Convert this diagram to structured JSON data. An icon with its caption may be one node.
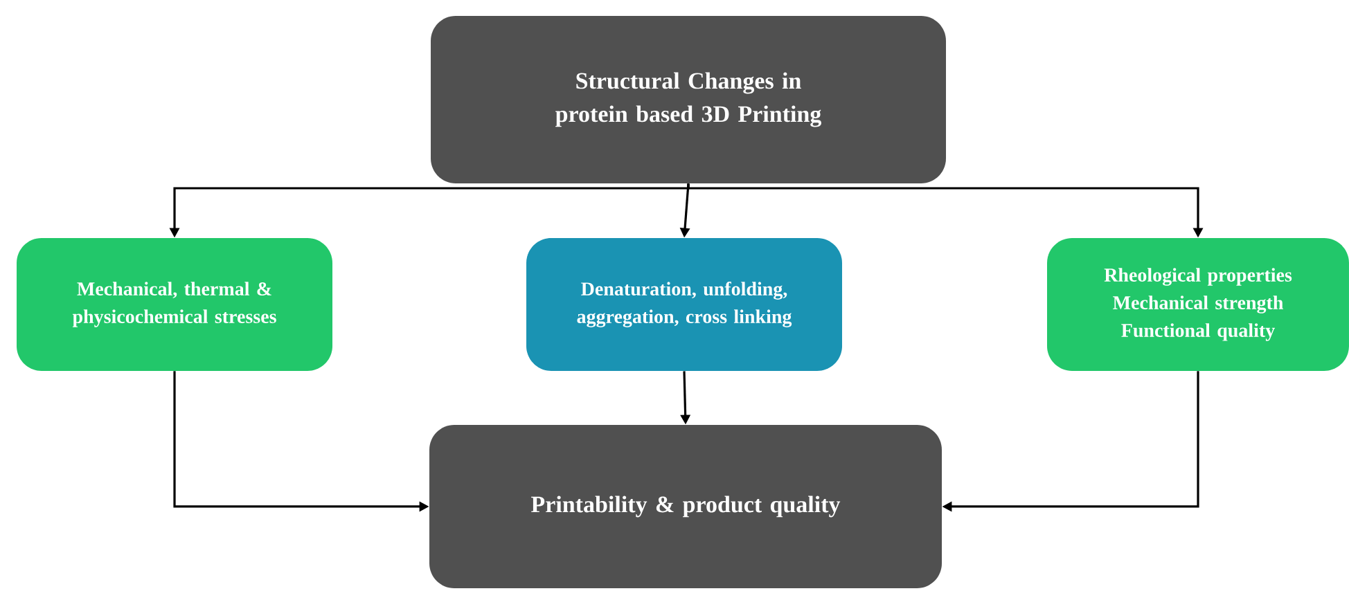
{
  "diagram": {
    "nodes": [
      {
        "text": [
          "Structural Changes in protein based 3D Printing"
        ]
      },
      {
        "text": [
          "Mechanical, thermal & physicochemical stresses"
        ]
      },
      {
        "text": [
          "Denaturation, unfolding, aggregation, cross linking"
        ]
      },
      {
        "text": [
          "Rheological properties Mechanical strength Functional quality"
        ]
      },
      {
        "text": [
          "Printability & product quality"
        ]
      }
    ],
    "edges": [
      {
        "from": 0,
        "to": 1,
        "arrow": "to"
      },
      {
        "from": 0,
        "to": 2,
        "arrow": "to"
      },
      {
        "from": 0,
        "to": 3,
        "arrow": "to"
      },
      {
        "from": 1,
        "to": 4,
        "arrow": "to"
      },
      {
        "from": 2,
        "to": 4,
        "arrow": "to"
      },
      {
        "from": 3,
        "to": 4,
        "arrow": "to"
      }
    ]
  }
}
